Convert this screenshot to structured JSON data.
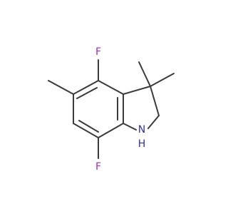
{
  "molecule": {
    "atoms": {
      "f_top": "F",
      "f_bottom": "F",
      "n": "N",
      "h": "H"
    },
    "colors": {
      "bond": "#3a3a3a",
      "fluorine": "#9b30c0",
      "nitrogen": "#2f2f9f"
    }
  }
}
